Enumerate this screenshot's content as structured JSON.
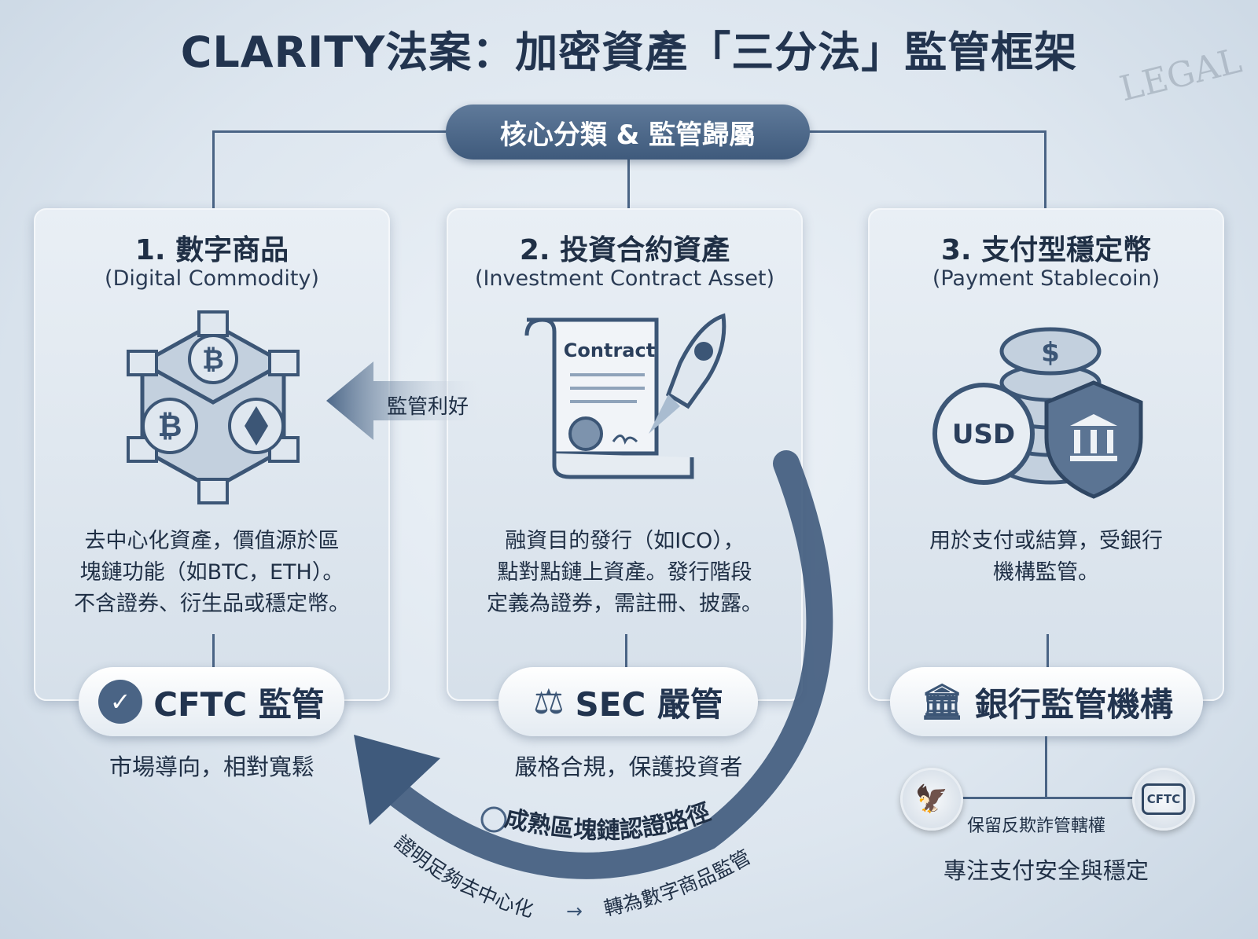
{
  "title": "CLARITY法案：加密資產「三分法」監管框架",
  "center_pill": "核心分類 & 監管歸屬",
  "cards": [
    {
      "title": "1. 數字商品",
      "subtitle": "(Digital Commodity)",
      "desc": [
        "去中心化資產，價值源於區",
        "塊鏈功能（如BTC，ETH）。",
        "不含證券、衍生品或穩定幣。"
      ],
      "regulator": "CFTC 監管",
      "caption": "市場導向，相對寬鬆",
      "icon": "blockchain-cube-icon"
    },
    {
      "title": "2. 投資合約資產",
      "subtitle": "(Investment Contract Asset)",
      "desc": [
        "融資目的發行（如ICO），",
        "點對點鏈上資產。發行階段",
        "定義為證券，需註冊、披露。"
      ],
      "regulator": "SEC 嚴管",
      "caption": "嚴格合規，保護投資者",
      "icon": "contract-rocket-icon",
      "contract_label": "Contract"
    },
    {
      "title": "3. 支付型穩定幣",
      "subtitle": "(Payment Stablecoin)",
      "desc": [
        "用於支付或結算，受銀行",
        "機構監管。"
      ],
      "regulator": "銀行監管機構",
      "caption": "專注支付安全與穩定",
      "icon": "coins-shield-icon",
      "coin_label": "USD",
      "coin_symbol": "$"
    }
  ],
  "arrow_left_label": "監管利好",
  "path_arrow": {
    "label": "成熟區塊鏈認證路徑",
    "sub_from": "證明足夠去中心化",
    "sub_arrow": "→",
    "sub_to": "轉為數字商品監管"
  },
  "stablecoin_extra": {
    "note": "保留反欺詐管轄權",
    "seal_right": "CFTC"
  },
  "background_text": "LEGAL",
  "colors": {
    "primary": "#22344f",
    "accent": "#4a6485",
    "card": "#e3eaf1"
  }
}
